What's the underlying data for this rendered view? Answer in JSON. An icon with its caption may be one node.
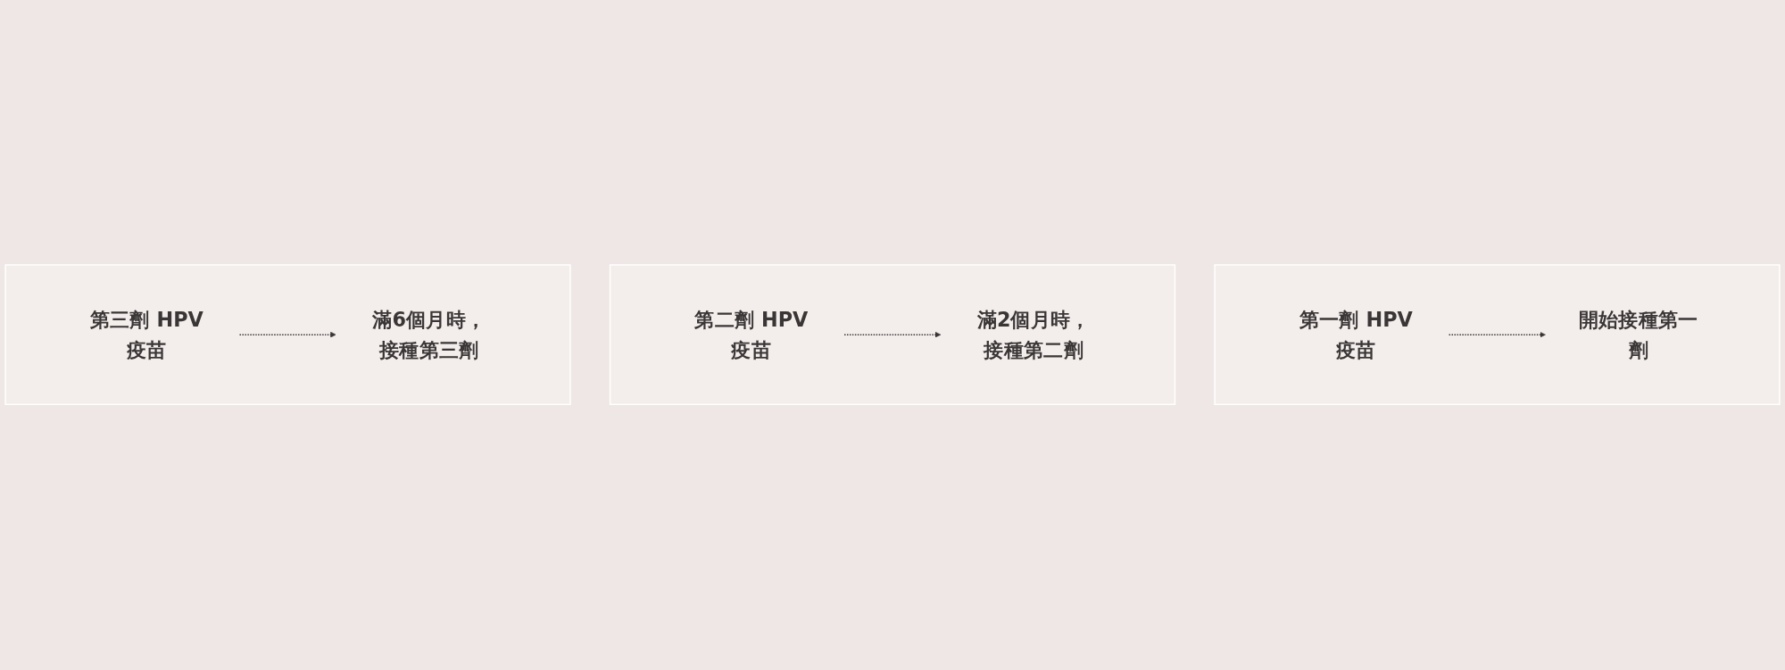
{
  "diagram": {
    "nodes": [
      {
        "text": [],
        "shape": "box"
      },
      {
        "text": [
          "第一劑 HPV疫苗"
        ],
        "in": 0
      },
      {
        "text": [
          "開始接種第一劑"
        ],
        "in": 0
      },
      {
        "text": [],
        "shape": "box"
      },
      {
        "text": [
          "第二劑 HPV疫苗"
        ],
        "in": 3
      },
      {
        "text": [
          "滿2個月時，接種第二劑"
        ],
        "in": 3
      },
      {
        "text": [],
        "shape": "box"
      },
      {
        "text": [
          "第三劑 HPV疫苗"
        ],
        "in": 6
      },
      {
        "text": [
          "滿6個月時，接種第三劑"
        ],
        "in": 6
      }
    ],
    "edges": [
      {
        "from": 1,
        "to": 2,
        "arrow": "to",
        "style": "dashed"
      },
      {
        "from": 4,
        "to": 5,
        "arrow": "to",
        "style": "dashed"
      },
      {
        "from": 7,
        "to": 8,
        "arrow": "to",
        "style": "dashed"
      }
    ]
  }
}
